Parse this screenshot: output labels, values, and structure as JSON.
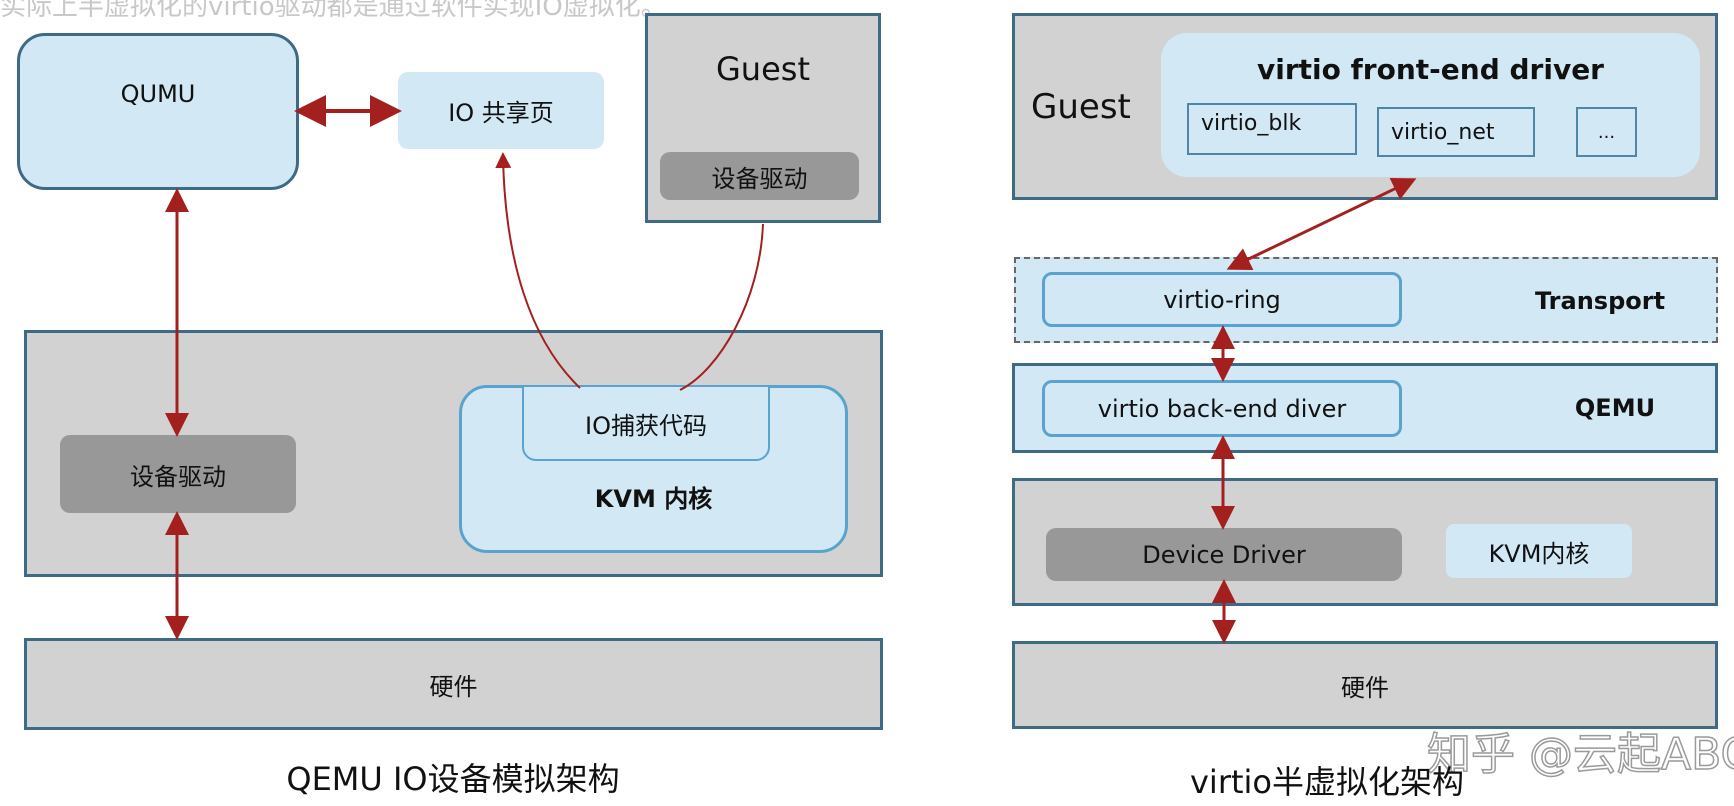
{
  "top_text": "实际上半虚拟化的virtio驱动都是通过软件实现IO虚拟化。",
  "left": {
    "qumu": "QUMU",
    "io_shared_page": "IO 共享页",
    "guest": "Guest",
    "guest_driver": "设备驱动",
    "host_driver": "设备驱动",
    "io_trap_code": "IO捕获代码",
    "kvm_kernel": "KVM 内核",
    "hardware": "硬件",
    "caption": "QEMU IO设备模拟架构"
  },
  "right": {
    "guest": "Guest",
    "frontend_title": "virtio front-end driver",
    "frontend_items": [
      "virtio_blk",
      "virtio_net",
      "..."
    ],
    "virtio_ring": "virtio-ring",
    "transport": "Transport",
    "backend": "virtio back-end diver",
    "qemu": "QEMU",
    "device_driver": "Device Driver",
    "kvm_kernel": "KVM内核",
    "hardware": "硬件",
    "caption": "virtio半虚拟化架构"
  },
  "watermark": "知乎 @云起ABC",
  "colors": {
    "border": "#3e6a85",
    "light_blue": "#d3e8f5",
    "gray": "#d2d2d2",
    "dark_gray": "#989898",
    "arrow": "#a3201f"
  }
}
